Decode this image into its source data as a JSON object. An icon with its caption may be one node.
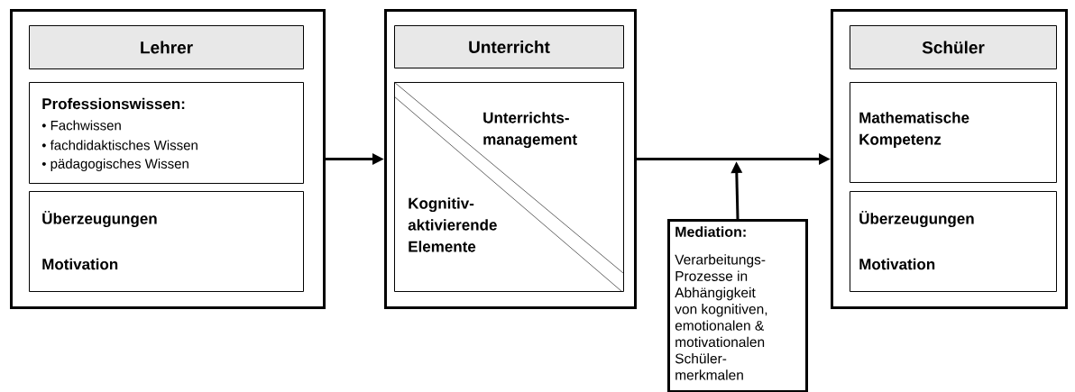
{
  "diagram": {
    "nodes": [
      {
        "text": [],
        "shape": "box"
      },
      {
        "text": [
          "Lehrer"
        ],
        "in": 0
      },
      {
        "text": [
          "Professionswissen:",
          "• Fachwissen",
          "• fachdidaktisches Wissen",
          "• pädagogisches Wissen"
        ],
        "in": 0
      },
      {
        "text": [
          "Überzeugungen",
          "Motivation"
        ],
        "in": 0
      },
      {
        "text": [],
        "shape": "box"
      },
      {
        "text": [
          "Unterricht"
        ],
        "in": 4
      },
      {
        "text": [
          "Unterrichts- management",
          "Kognitiv- aktivierende Elemente"
        ],
        "in": 4
      },
      {
        "text": [],
        "shape": "box"
      },
      {
        "text": [
          "Schüler"
        ],
        "in": 7
      },
      {
        "text": [
          "Mathematische Kompetenz"
        ],
        "in": 7
      },
      {
        "text": [
          "Überzeugungen",
          "Motivation"
        ],
        "in": 7
      },
      {
        "text": [
          "Mediation:",
          "Verarbeitungs- Prozesse in Abhängigkeit von kognitiven, emotionalen & motivationalen Schüler- merkmalen"
        ]
      }
    ],
    "edges": [
      {
        "from": 0,
        "to": 4,
        "arrow": "to"
      },
      {
        "from": 4,
        "to": 7,
        "arrow": "to"
      },
      {
        "from": 11,
        "to": null,
        "arrow": "to"
      }
    ]
  }
}
